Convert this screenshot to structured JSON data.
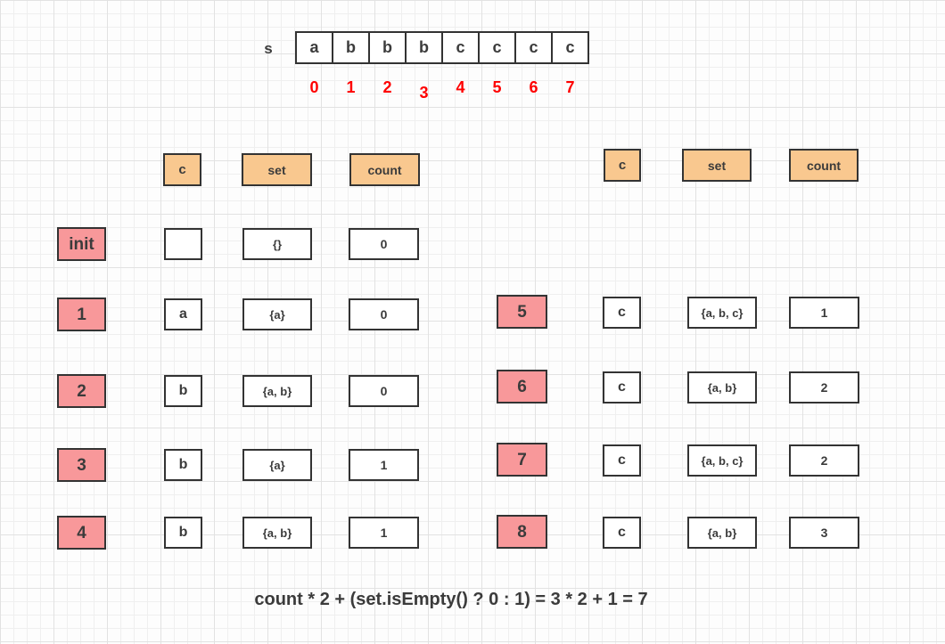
{
  "colors": {
    "pink": "#f8989a",
    "orange": "#f9c88f",
    "red": "#fe0000",
    "border": "#333333",
    "text": "#3b3b3b"
  },
  "string_row": {
    "label": "s",
    "chars": [
      "a",
      "b",
      "b",
      "b",
      "c",
      "c",
      "c",
      "c"
    ],
    "indices": [
      "0",
      "1",
      "2",
      "3",
      "4",
      "5",
      "6",
      "7"
    ]
  },
  "left_table": {
    "headers": [
      "c",
      "set",
      "count"
    ],
    "rows": [
      {
        "label": "init",
        "c": "",
        "set": "{}",
        "count": "0"
      },
      {
        "label": "1",
        "c": "a",
        "set": "{a}",
        "count": "0"
      },
      {
        "label": "2",
        "c": "b",
        "set": "{a, b}",
        "count": "0"
      },
      {
        "label": "3",
        "c": "b",
        "set": "{a}",
        "count": "1"
      },
      {
        "label": "4",
        "c": "b",
        "set": "{a, b}",
        "count": "1"
      }
    ]
  },
  "right_table": {
    "headers": [
      "c",
      "set",
      "count"
    ],
    "rows": [
      {
        "label": "5",
        "c": "c",
        "set": "{a, b, c}",
        "count": "1"
      },
      {
        "label": "6",
        "c": "c",
        "set": "{a, b}",
        "count": "2"
      },
      {
        "label": "7",
        "c": "c",
        "set": "{a, b, c}",
        "count": "2"
      },
      {
        "label": "8",
        "c": "c",
        "set": "{a, b}",
        "count": "3"
      }
    ]
  },
  "formula": "count * 2 + (set.isEmpty() ? 0 : 1) = 3 * 2 + 1 = 7"
}
